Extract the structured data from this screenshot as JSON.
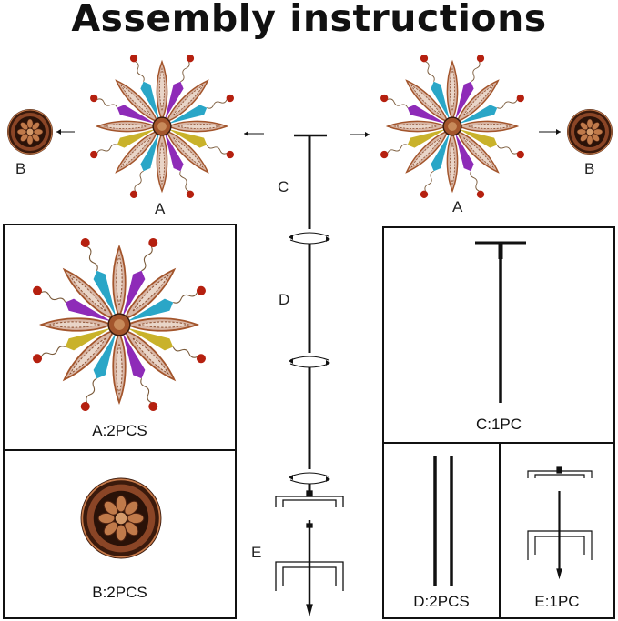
{
  "title": "Assembly instructions",
  "labels": {
    "b_left": "B",
    "a_left": "A",
    "a_right": "A",
    "b_right": "B",
    "c": "C",
    "d": "D",
    "e": "E"
  },
  "parts": {
    "a": "A:2PCS",
    "b": "B:2PCS",
    "c": "C:1PC",
    "d": "D:2PCS",
    "e": "E:1PC"
  },
  "colors": {
    "purple": "#8e2bb8",
    "teal": "#2aa6c7",
    "gold": "#c9b22b",
    "copper": "#a3552c",
    "bead": "#b5200f",
    "line": "#111111"
  }
}
